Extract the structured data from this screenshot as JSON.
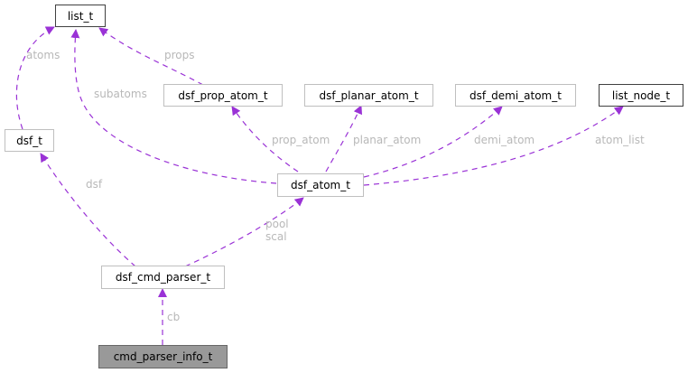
{
  "nodes": {
    "list_t": "list_t",
    "dsf_t": "dsf_t",
    "dsf_prop_atom_t": "dsf_prop_atom_t",
    "dsf_planar_atom_t": "dsf_planar_atom_t",
    "dsf_demi_atom_t": "dsf_demi_atom_t",
    "list_node_t": "list_node_t",
    "dsf_atom_t": "dsf_atom_t",
    "dsf_cmd_parser_t": "dsf_cmd_parser_t",
    "cmd_parser_info_t": "cmd_parser_info_t"
  },
  "edge_labels": {
    "atoms": "atoms",
    "props": "props",
    "subatoms": "subatoms",
    "prop_atom": "prop_atom",
    "planar_atom": "planar_atom",
    "demi_atom": "demi_atom",
    "atom_list": "atom_list",
    "dsf": "dsf",
    "pool": "pool",
    "scal": "scal",
    "cb": "cb"
  },
  "colors": {
    "edge": "#9a32d6",
    "label": "#b8b8b8",
    "focus_fill": "#999999"
  }
}
